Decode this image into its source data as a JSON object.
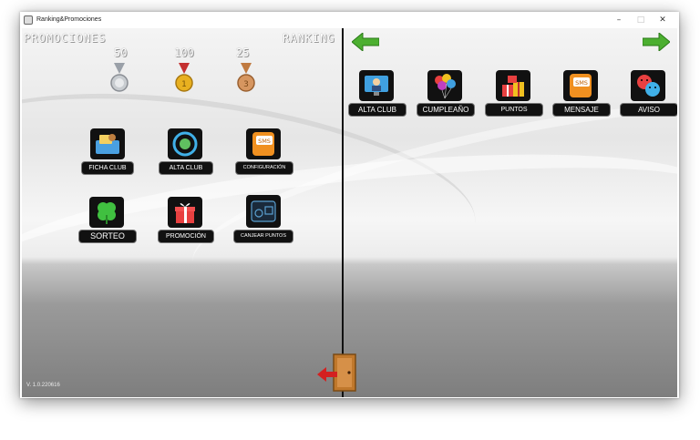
{
  "window": {
    "title": "Ranking&Promociones",
    "minimize": "–",
    "maximize": "□",
    "close": "✕"
  },
  "left": {
    "promociones_label": "PROMOCIONES",
    "ranking_label": "RANKING",
    "ranking": [
      {
        "value": "50",
        "medal": "silver-medal-icon"
      },
      {
        "value": "100",
        "medal": "gold-medal-icon"
      },
      {
        "value": "25",
        "medal": "bronze-medal-icon"
      }
    ],
    "tiles": [
      {
        "label": "FICHA CLUB",
        "icon": "club-card-icon"
      },
      {
        "label": "ALTA CLUB",
        "icon": "club-signup-icon"
      },
      {
        "label": "CONFIGURACIÓN",
        "icon": "sms-config-icon"
      },
      {
        "label": "SORTEO",
        "icon": "clover-icon"
      },
      {
        "label": "PROMOCIÓN",
        "icon": "gift-icon"
      },
      {
        "label": "CANJEAR PUNTOS",
        "icon": "redeem-points-icon"
      }
    ],
    "version": "V. 1.0.220616"
  },
  "right": {
    "tiles": [
      {
        "label": "ALTA CLUB",
        "icon": "monitor-user-icon"
      },
      {
        "label": "CUMPLEAÑO",
        "icon": "balloons-icon"
      },
      {
        "label": "PUNTOS",
        "icon": "gifts-icon"
      },
      {
        "label": "MENSAJE",
        "icon": "sms-phone-icon"
      },
      {
        "label": "AVISO",
        "icon": "faces-icon"
      }
    ]
  },
  "colors": {
    "arrow_green": "#4caf30",
    "exit_red": "#d42020",
    "door_brown": "#c0782c"
  }
}
